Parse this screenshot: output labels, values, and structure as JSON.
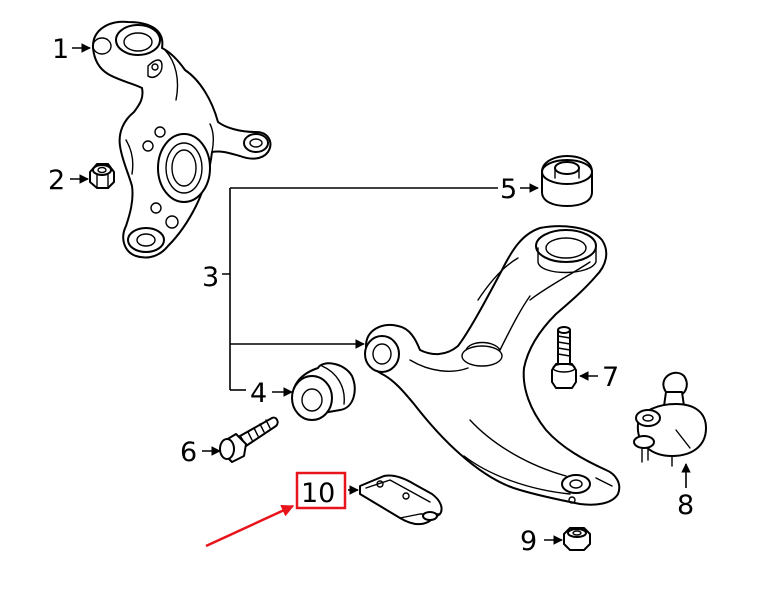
{
  "diagram": {
    "callouts": [
      {
        "id": "c1",
        "label": "1"
      },
      {
        "id": "c2",
        "label": "2"
      },
      {
        "id": "c3",
        "label": "3"
      },
      {
        "id": "c4",
        "label": "4"
      },
      {
        "id": "c5",
        "label": "5"
      },
      {
        "id": "c6",
        "label": "6"
      },
      {
        "id": "c7",
        "label": "7"
      },
      {
        "id": "c8",
        "label": "8"
      },
      {
        "id": "c9",
        "label": "9"
      },
      {
        "id": "c10",
        "label": "10"
      }
    ],
    "highlight": {
      "target": "10",
      "box_color": "#e8141b",
      "arrow_color": "#e8141b"
    }
  }
}
